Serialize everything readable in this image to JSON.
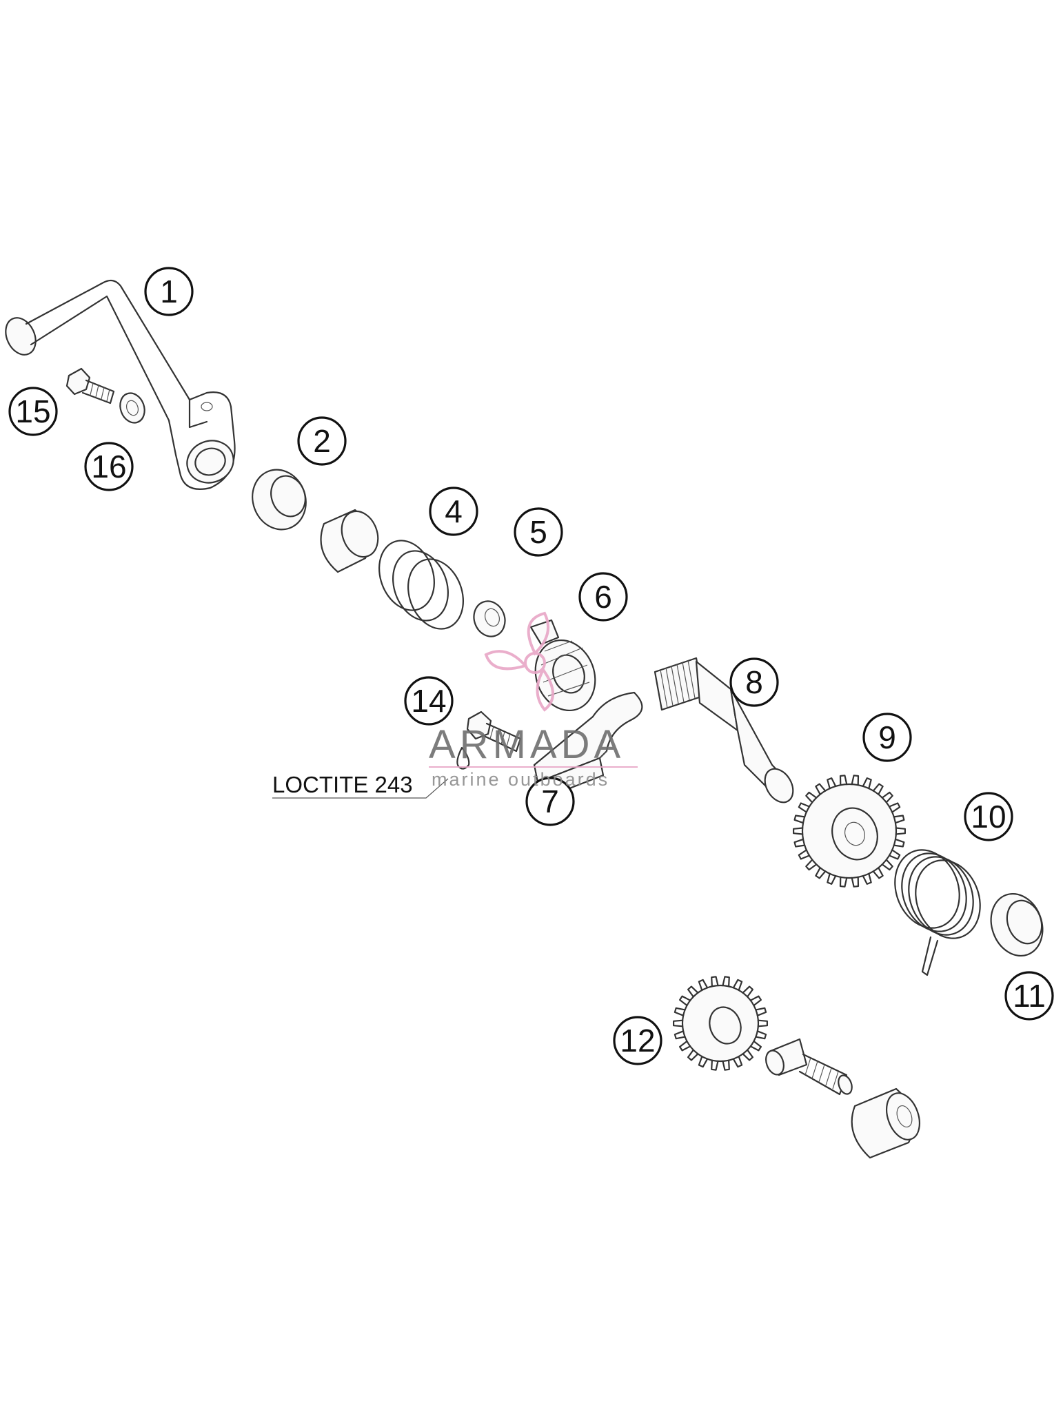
{
  "callouts": [
    {
      "label": "1"
    },
    {
      "label": "2"
    },
    {
      "label": "4"
    },
    {
      "label": "5"
    },
    {
      "label": "6"
    },
    {
      "label": "7"
    },
    {
      "label": "8"
    },
    {
      "label": "9"
    },
    {
      "label": "10"
    },
    {
      "label": "11"
    },
    {
      "label": "12"
    },
    {
      "label": "14"
    },
    {
      "label": "15"
    },
    {
      "label": "16"
    }
  ],
  "note": {
    "text": "LOCTITE 243"
  },
  "watermark": {
    "title": "ARMADA",
    "subtitle": "marine outboards",
    "accent_color": "#e8a6c6"
  },
  "colors": {
    "line": "#333333",
    "background": "#ffffff"
  }
}
